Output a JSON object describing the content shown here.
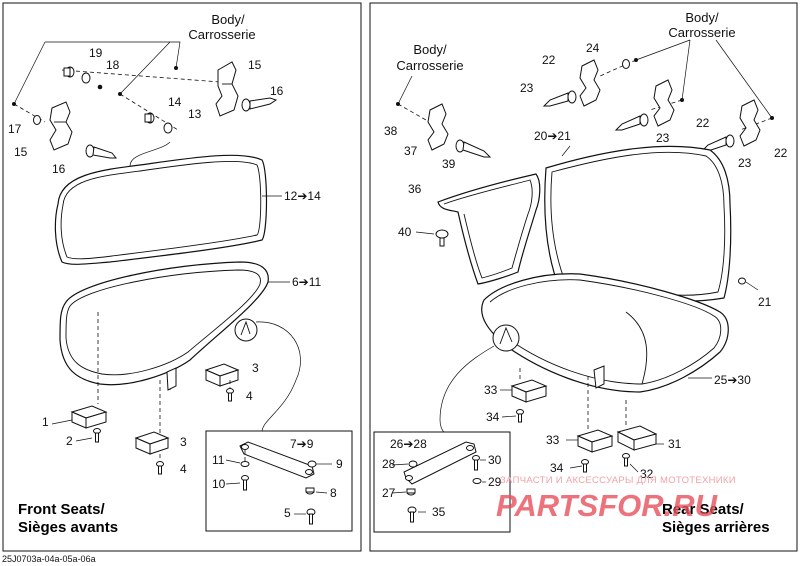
{
  "front_panel": {
    "title_line1": "Front Seats/",
    "title_line2": "Sièges avants",
    "body_label_line1": "Body/",
    "body_label_line2": "Carrosserie",
    "callouts": {
      "c19": "19",
      "c18": "18",
      "c15a": "15",
      "c16a": "16",
      "c17": "17",
      "c15b": "15",
      "c16b": "16",
      "c14": "14",
      "c13": "13",
      "c12_14": "12➔14",
      "c6_11": "6➔11",
      "c1": "1",
      "c2": "2",
      "c3a": "3",
      "c4a": "4",
      "c3b": "3",
      "c4b": "4",
      "c7_9": "7➔9",
      "c11": "11",
      "c9": "9",
      "c10": "10",
      "c8": "8",
      "c5": "5"
    }
  },
  "rear_panel": {
    "title_line1": "Rear Seats/",
    "title_line2": "Sièges arrières",
    "body_label_left_line1": "Body/",
    "body_label_left_line2": "Carrosserie",
    "body_label_right_line1": "Body/",
    "body_label_right_line2": "Carrosserie",
    "callouts": {
      "c24": "24",
      "c22a": "22",
      "c23a": "23",
      "c22b": "22",
      "c23b": "23",
      "c22c": "22",
      "c23c": "23",
      "c38": "38",
      "c37": "37",
      "c39": "39",
      "c20_21": "20➔21",
      "c36": "36",
      "c40": "40",
      "c21": "21",
      "c33a": "33",
      "c34a": "34",
      "c25_30": "25➔30",
      "c26_28": "26➔28",
      "c28": "28",
      "c30": "30",
      "c27": "27",
      "c29": "29",
      "c35": "35",
      "c33b": "33",
      "c31": "31",
      "c34b": "34",
      "c32": "32"
    }
  },
  "footer_code": "25J0703a-04a-05a-06a",
  "watermark": {
    "line1": "ЗАПЧАСТИ И АКСЕССУАРЫ ДЛЯ МОТОТЕХНИКИ",
    "line2": "PARTSFOR.RU"
  }
}
